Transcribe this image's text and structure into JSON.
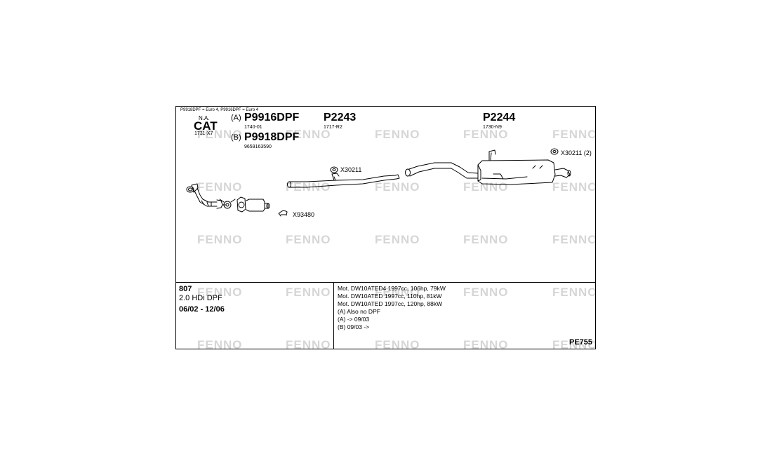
{
  "brand": {
    "watermark": "FENNO"
  },
  "note": "P9918DPF = Euro 4, P9916DPF = Euro 4",
  "cat": {
    "na": "N.A.",
    "title": "CAT",
    "ref": "1731-X7"
  },
  "dpf_a": {
    "marker": "(A)",
    "code": "P9916DPF",
    "ref": "1740-01"
  },
  "dpf_b": {
    "marker": "(B)",
    "code": "P9918DPF",
    "ref": "9659163590"
  },
  "middle_pipe": {
    "code": "P2243",
    "ref": "1717-R2"
  },
  "rear_box": {
    "code": "P2244",
    "ref": "1730-N9"
  },
  "fittings": {
    "hanger_mid": "X30211",
    "hanger_rear": "X30211 (2)",
    "clamp": "X93480"
  },
  "vehicle": {
    "model": "807",
    "engine": "2.0 HDi DPF",
    "years": "06/02 - 12/06"
  },
  "engine_notes": [
    "Mot. DW10ATED4 1997cc, 106hp, 79kW",
    "Mot. DW10ATED 1997cc, 110hp, 81kW",
    "Mot. DW10ATED 1997cc, 120hp, 88kW",
    "(A) Also no DPF",
    "(A) -> 09/03",
    "(B) 09/03 ->"
  ],
  "diagram_code": "PE755",
  "colors": {
    "line": "#000000",
    "watermark": "#d6d6d6",
    "background": "#ffffff"
  }
}
